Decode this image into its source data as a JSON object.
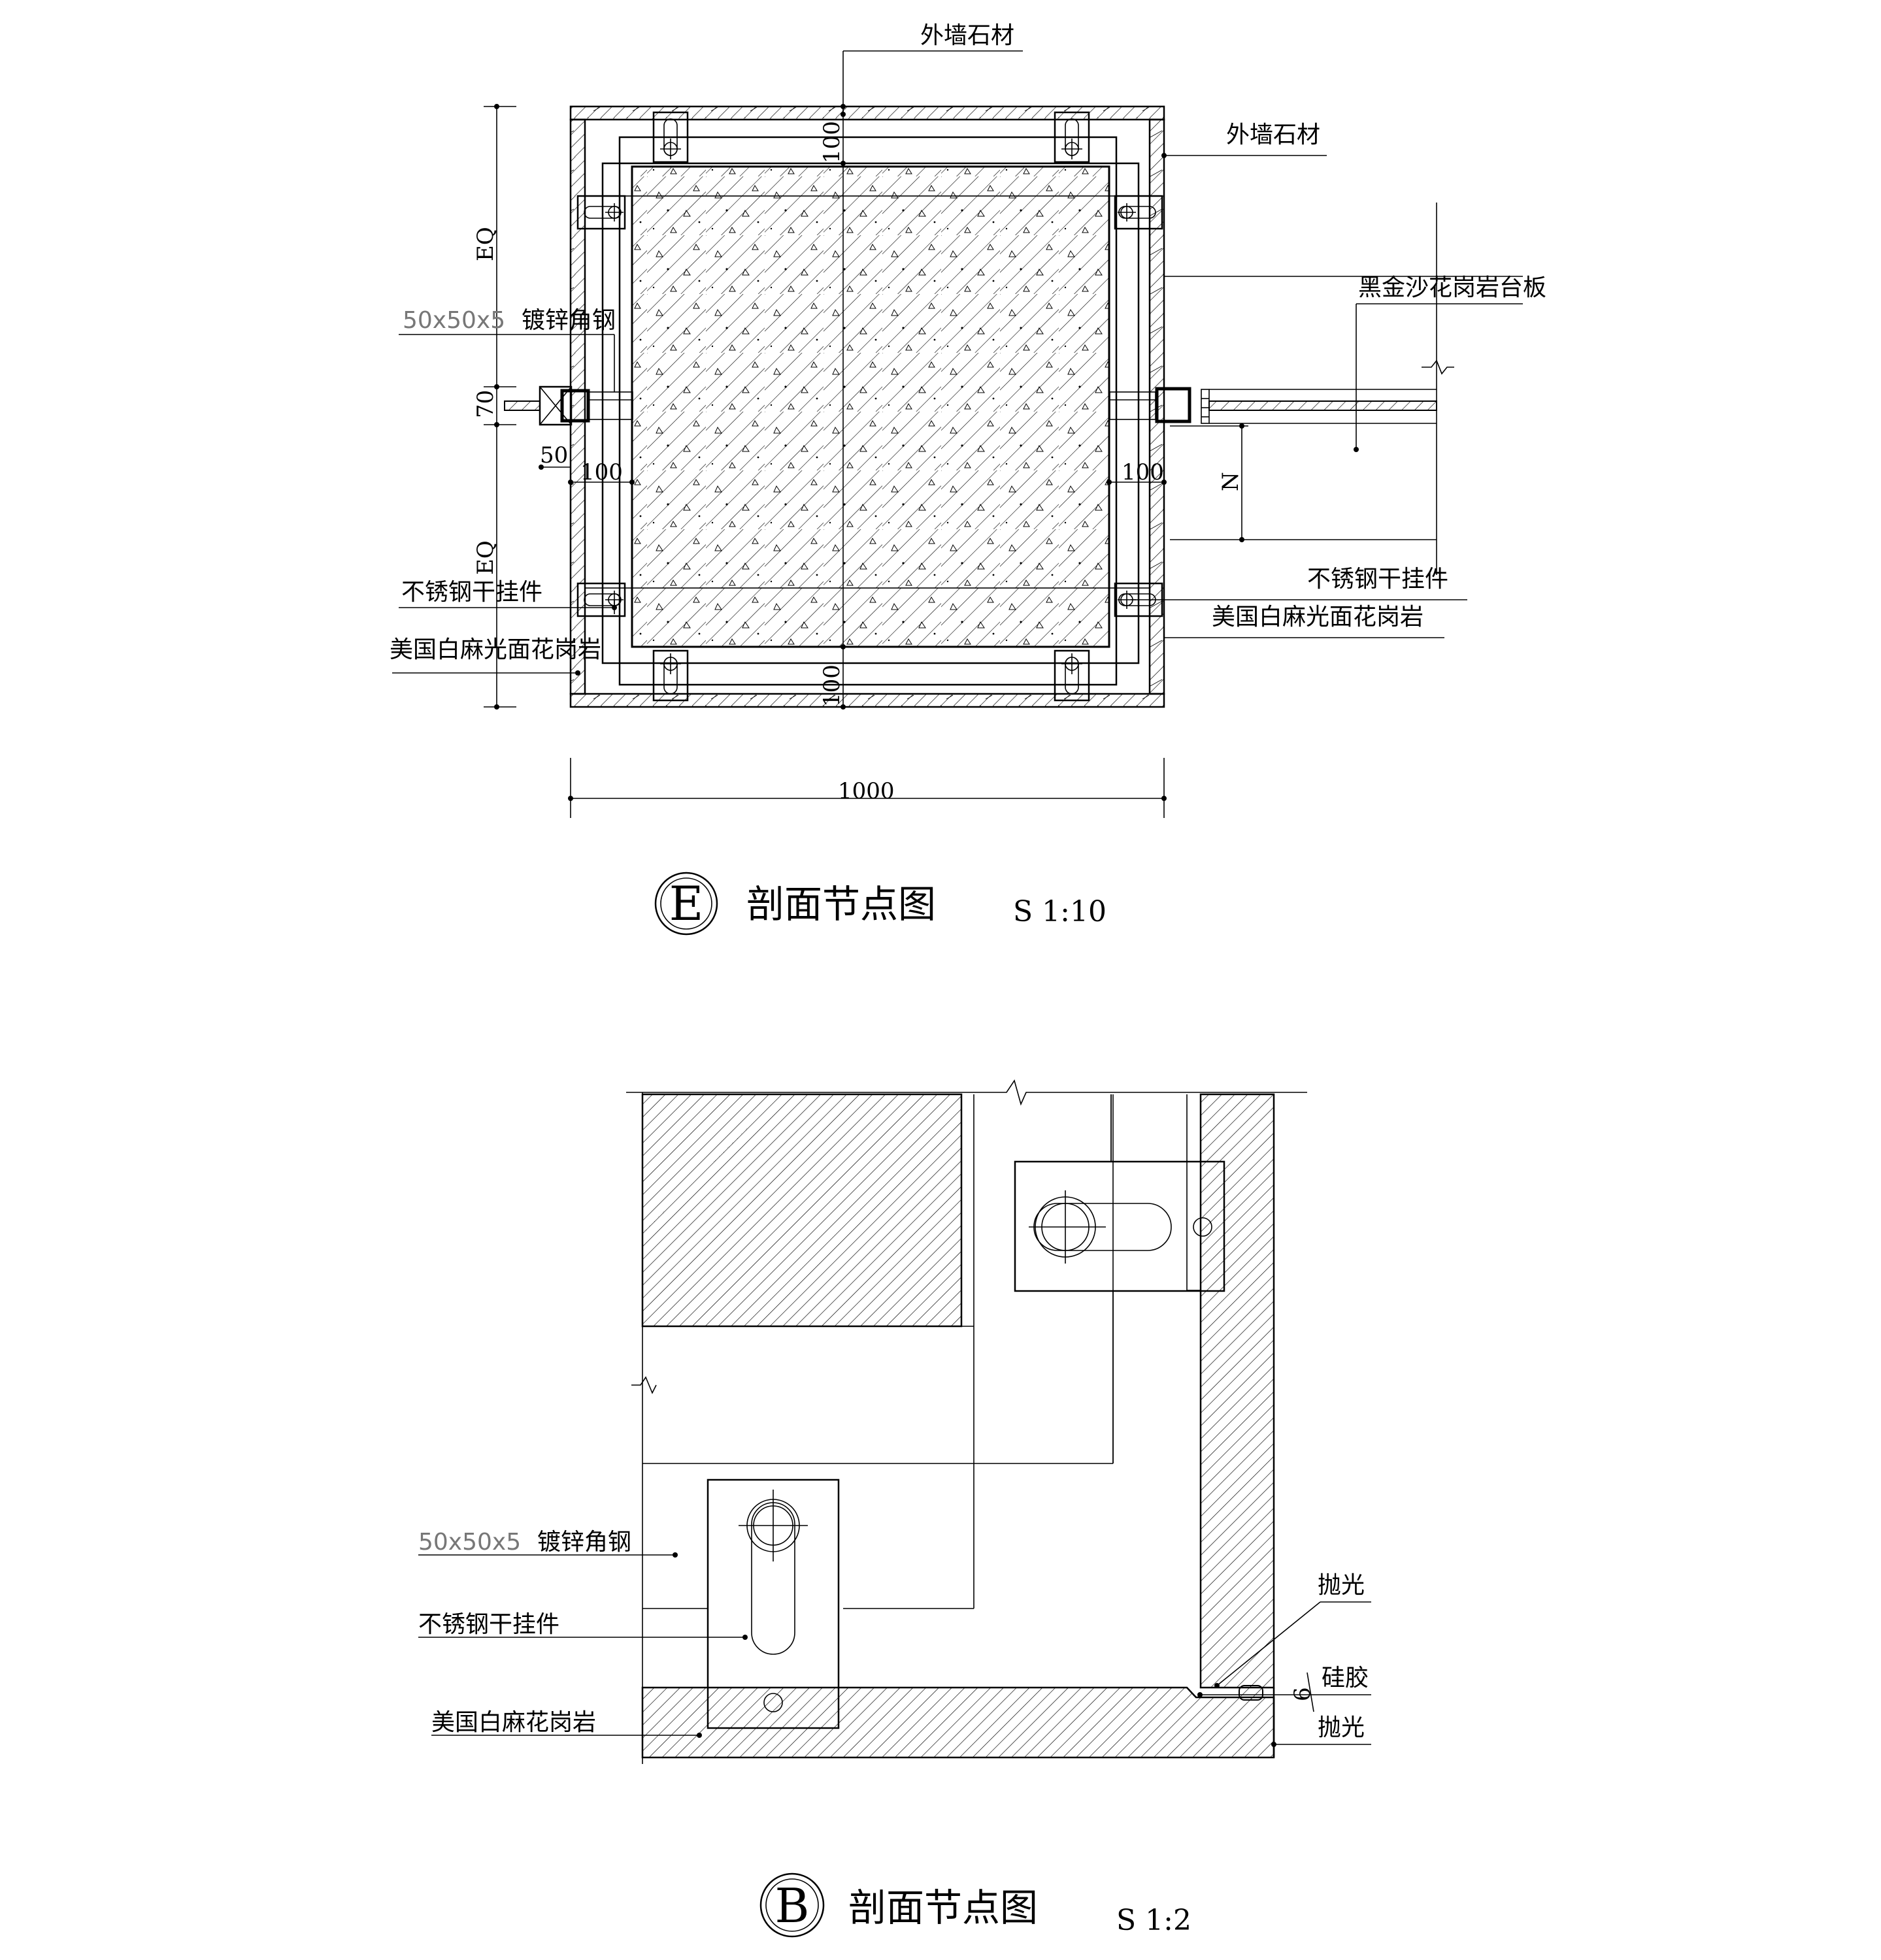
{
  "section_e": {
    "bubble": "E",
    "title": "剖面节点图",
    "scale": "S 1:10",
    "labels": {
      "exterior_stone_top": "外墙石材",
      "exterior_stone_right": "外墙石材",
      "black_granite_counter": "黑金沙花岗岩台板",
      "angle_steel": "50x50x5",
      "angle_steel_suffix": "镀锌角钢",
      "ss_hanger_left": "不锈钢干挂件",
      "ss_hanger_right": "不锈钢干挂件",
      "granite_left": "美国白麻光面花岗岩",
      "granite_right": "美国白麻光面花岗岩"
    },
    "dims": {
      "top_gap": "100",
      "bottom_gap": "100",
      "left_gap": "100",
      "right_gap": "100",
      "width": "1000",
      "eq_upper": "EQ",
      "eq_lower": "EQ",
      "counter_thk": "70",
      "offset": "50",
      "n_mark": "N"
    }
  },
  "section_b": {
    "bubble": "B",
    "title": "剖面节点图",
    "scale": "S 1:2",
    "labels": {
      "angle_steel": "50x50x5",
      "angle_steel_suffix": "镀锌角钢",
      "ss_hanger": "不锈钢干挂件",
      "granite": "美国白麻花岗岩",
      "polish_top": "抛光",
      "silicone": "硅胶",
      "polish_bottom": "抛光",
      "dim_6": "6"
    }
  },
  "colors": {
    "line": "#000000",
    "muted_label": "#777777"
  }
}
